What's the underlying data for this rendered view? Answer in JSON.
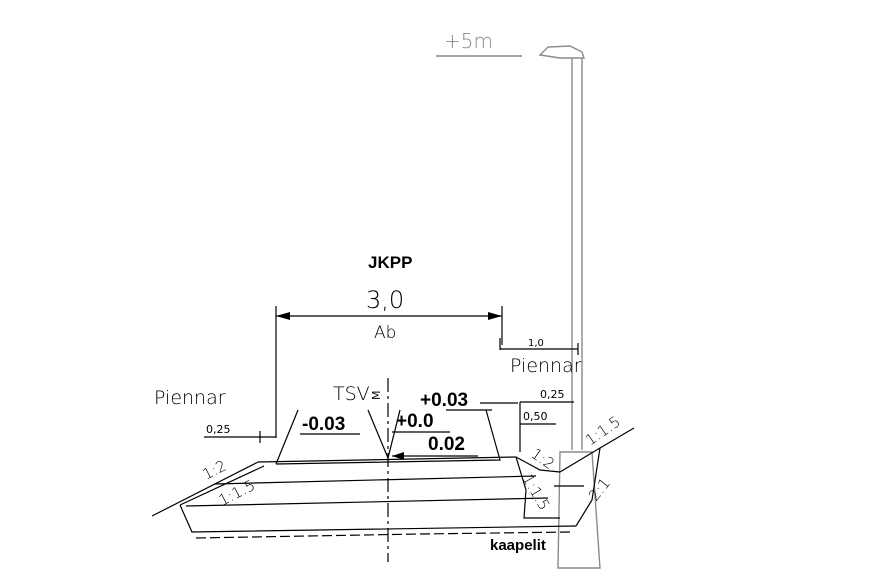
{
  "drawing": {
    "title": "JKPP",
    "lamp_height": "+5m",
    "width": "3,0",
    "surface": "Ab",
    "shoulder_left": "Piennar",
    "shoulder_right": "Piennar",
    "shoulder_left_width": "0,25",
    "shoulder_right_width": "1,0",
    "right_w1": "0,25",
    "right_w2": "0,50",
    "centerline": "TSV",
    "centerline_mark": "M",
    "elev_left": "-0.03",
    "elev_center": "+0.0",
    "elev_right": "+0.03",
    "crossfall": "0.02",
    "slope_left_1": "1:2",
    "slope_left_2": "1:1.5",
    "slope_right_1": "1:2",
    "slope_right_2": "1:1.5",
    "slope_right_3": "1:1.5",
    "slope_right_4": "2:1",
    "cables": "kaapelit",
    "colors": {
      "line": "#000000",
      "lamp": "#8a8a8a"
    }
  }
}
